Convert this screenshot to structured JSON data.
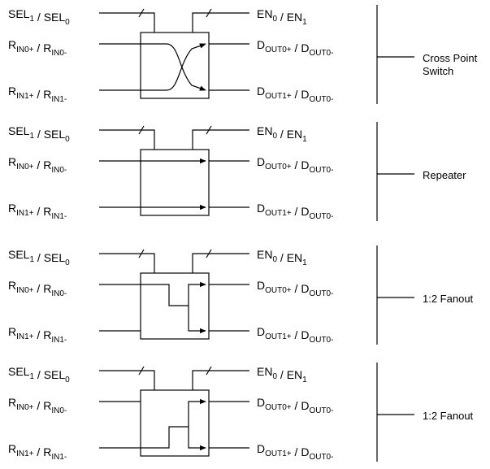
{
  "panels": [
    {
      "id": "cross-point",
      "title": "Cross Point Switch",
      "routing": "cross",
      "sel_label": [
        [
          "SEL",
          "1"
        ],
        [
          " / "
        ],
        [
          "SEL",
          "0"
        ]
      ],
      "en_label": [
        [
          "EN",
          "0"
        ],
        [
          " / "
        ],
        [
          "EN",
          "1"
        ]
      ],
      "rin0_label": [
        [
          "R",
          "IN0+"
        ],
        [
          " / "
        ],
        [
          "R",
          "IN0-"
        ]
      ],
      "rin1_label": [
        [
          "R",
          "IN1+"
        ],
        [
          " / "
        ],
        [
          "R",
          "IN1-"
        ]
      ],
      "dout0_label": [
        [
          "D",
          "OUT0+"
        ],
        [
          " / "
        ],
        [
          "D",
          "OUT0-"
        ]
      ],
      "dout1_label": [
        [
          "D",
          "OUT1+"
        ],
        [
          " / "
        ],
        [
          "D",
          "OUT0-"
        ]
      ]
    },
    {
      "id": "repeater",
      "title": "Repeater",
      "routing": "straight",
      "sel_label": [
        [
          "SEL",
          "1"
        ],
        [
          " / "
        ],
        [
          "SEL",
          "0"
        ]
      ],
      "en_label": [
        [
          "EN",
          "0"
        ],
        [
          " / "
        ],
        [
          "EN",
          "1"
        ]
      ],
      "rin0_label": [
        [
          "R",
          "IN0+"
        ],
        [
          " / "
        ],
        [
          "R",
          "IN0-"
        ]
      ],
      "rin1_label": [
        [
          "R",
          "IN1+"
        ],
        [
          " / "
        ],
        [
          "R",
          "IN1-"
        ]
      ],
      "dout0_label": [
        [
          "D",
          "OUT0+"
        ],
        [
          " / "
        ],
        [
          "D",
          "OUT0-"
        ]
      ],
      "dout1_label": [
        [
          "D",
          "OUT1+"
        ],
        [
          " / "
        ],
        [
          "D",
          "OUT0-"
        ]
      ]
    },
    {
      "id": "fanout-top",
      "title": "1:2 Fanout",
      "routing": "fanout-from-0",
      "sel_label": [
        [
          "SEL",
          "1"
        ],
        [
          " / "
        ],
        [
          "SEL",
          "0"
        ]
      ],
      "en_label": [
        [
          "EN",
          "0"
        ],
        [
          " / "
        ],
        [
          "EN",
          "1"
        ]
      ],
      "rin0_label": [
        [
          "R",
          "IN0+"
        ],
        [
          " / "
        ],
        [
          "R",
          "IN0-"
        ]
      ],
      "rin1_label": [
        [
          "R",
          "IN1+"
        ],
        [
          " / "
        ],
        [
          "R",
          "IN1-"
        ]
      ],
      "dout0_label": [
        [
          "D",
          "OUT0+"
        ],
        [
          " / "
        ],
        [
          "D",
          "OUT0-"
        ]
      ],
      "dout1_label": [
        [
          "D",
          "OUT1+"
        ],
        [
          " / "
        ],
        [
          "D",
          "OUT0-"
        ]
      ]
    },
    {
      "id": "fanout-bottom",
      "title": "1:2 Fanout",
      "routing": "fanout-from-1",
      "sel_label": [
        [
          "SEL",
          "1"
        ],
        [
          " / "
        ],
        [
          "SEL",
          "0"
        ]
      ],
      "en_label": [
        [
          "EN",
          "0"
        ],
        [
          " / "
        ],
        [
          "EN",
          "1"
        ]
      ],
      "rin0_label": [
        [
          "R",
          "IN0+"
        ],
        [
          " / "
        ],
        [
          "R",
          "IN0-"
        ]
      ],
      "rin1_label": [
        [
          "R",
          "IN1+"
        ],
        [
          " / "
        ],
        [
          "R",
          "IN1-"
        ]
      ],
      "dout0_label": [
        [
          "D",
          "OUT0+"
        ],
        [
          " / "
        ],
        [
          "D",
          "OUT0-"
        ]
      ],
      "dout1_label": [
        [
          "D",
          "OUT1+"
        ],
        [
          " / "
        ],
        [
          "D",
          "OUT0-"
        ]
      ]
    }
  ]
}
